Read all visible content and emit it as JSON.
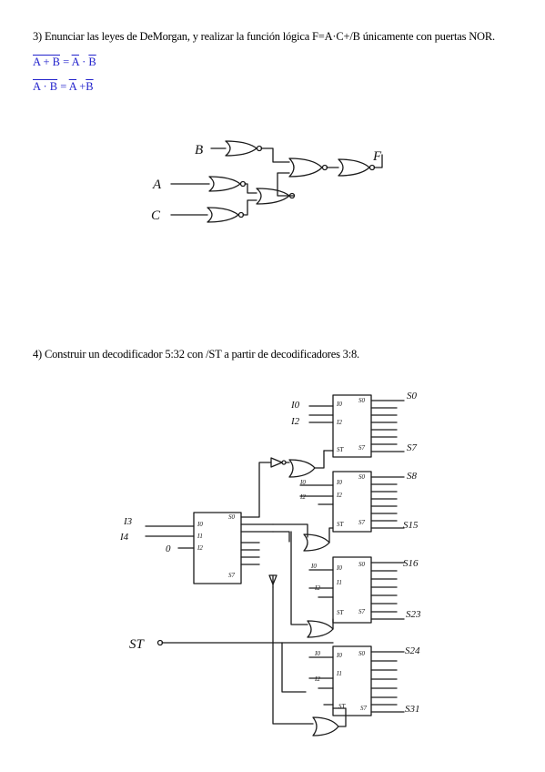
{
  "q3": {
    "text": "3) Enunciar las leyes de DeMorgan, y realizar la función lógica F=A·C+/B únicamente con puertas NOR."
  },
  "law1": {
    "lhs": "A + B",
    "eq": " = ",
    "r1": "A",
    "dot": " · ",
    "r2": "B"
  },
  "law2": {
    "lhs": "A · B",
    "eq": " = ",
    "r1": "A",
    "plus": " +",
    "r2": "B"
  },
  "diagram1": {
    "input_b": "B",
    "input_a": "A",
    "input_c": "C",
    "output_f": "F"
  },
  "q4": {
    "text": "4) Construir un decodificador 5:32 con /ST a partir de decodificadores 3:8."
  },
  "diagram2": {
    "in_i3": "I3",
    "in_i4": "I4",
    "in_zero": "0",
    "st": "ST",
    "main_in": [
      "I0",
      "I1",
      "I2"
    ],
    "main_s0": "S0",
    "main_s7": "S7",
    "dec_in": [
      "I0",
      "I1",
      "I2"
    ],
    "dec_st": "ST",
    "dec_out_top": "S0",
    "dec_out_bot": "S7",
    "outs": [
      "S0",
      "S7",
      "S8",
      "S15",
      "S16",
      "S23",
      "S24",
      "S31"
    ]
  }
}
